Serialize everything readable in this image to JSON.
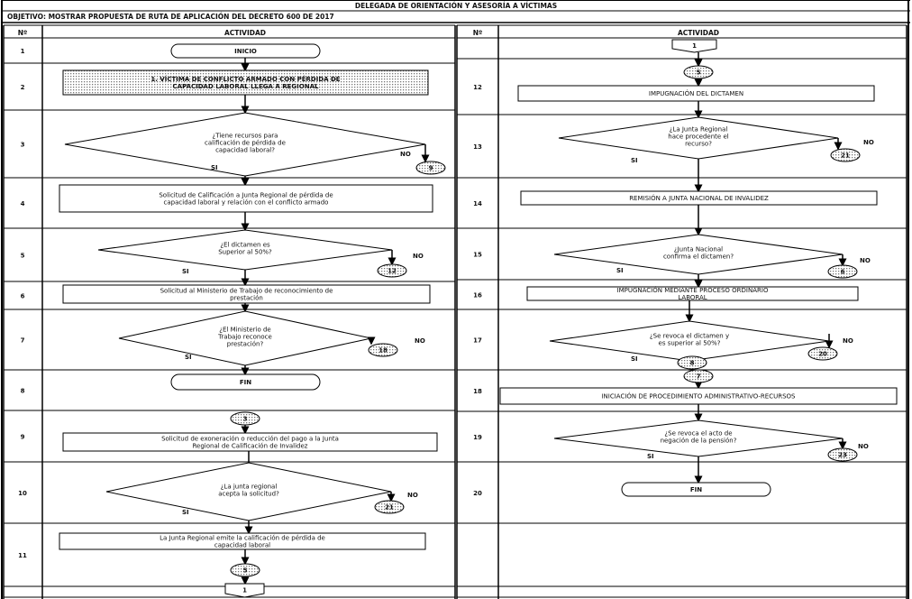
{
  "header": {
    "title": "DELEGADA DE ORIENTACIÓN Y ASESORÍA A VÍCTIMAS",
    "objective": "OBJETIVO:  MOSTRAR PROPUESTA DE RUTA DE APLICACIÓN DEL DECRETO 600 DE 2017"
  },
  "columns": {
    "num": "Nº",
    "activity": "ACTIVIDAD"
  },
  "labels": {
    "yes": "SI",
    "no": "NO"
  },
  "left": {
    "rows": [
      "1",
      "2",
      "3",
      "4",
      "5",
      "6",
      "7",
      "8",
      "9",
      "10",
      "11"
    ],
    "steps": {
      "inicio": [
        "INICIO"
      ],
      "s2": [
        "1. VÍCTIMA DE CONFLICTO ARMADO CON PÉRDIDA DE",
        "CAPACIDAD LABORAL LLEGA A REGIONAL"
      ],
      "s3": [
        "¿Tiene recursos para",
        "calificación de pérdida de",
        "capacidad laboral?"
      ],
      "s4": [
        "Solicitud de Calificación a Junta Regional de pérdida de",
        "capacidad laboral y relación con el conflicto armado"
      ],
      "s5": [
        "¿El dictamen es",
        "Superior al 50%?"
      ],
      "s6": [
        "Solicitud al Ministerio de Trabajo de reconocimiento de",
        "prestación"
      ],
      "s7": [
        "¿El Ministerio de",
        "Trabajo reconoce",
        "prestación?"
      ],
      "fin": [
        "FIN"
      ],
      "s9": [
        "Solicitud de exoneración o reducción del pago a la Junta",
        "Regional de Calificación de Invalidez"
      ],
      "s10": [
        "¿La junta regional",
        "acepta la solicitud?"
      ],
      "s11": [
        "La Junta Regional emite la calificación de pérdida de",
        "capacidad laboral"
      ]
    },
    "connectors": {
      "c3": "9",
      "c5": "12",
      "c7": "18",
      "c9top": "3",
      "c10": "21",
      "c11": "5",
      "offpage": "1"
    }
  },
  "right": {
    "rows": [
      "12",
      "13",
      "14",
      "15",
      "16",
      "17",
      "18",
      "19",
      "20"
    ],
    "steps": {
      "s12": [
        "IMPUGNACIÓN DEL DICTAMEN"
      ],
      "s13": [
        "¿La Junta Regional",
        "hace procedente el",
        "recurso?"
      ],
      "s14": [
        "REMISIÓN A JUNTA NACIONAL DE INVALIDEZ"
      ],
      "s15": [
        "¿Junta Nacional",
        "confirma el dictamen?"
      ],
      "s16": [
        "IMPUGNACIÓN MEDIANTE PROCESO ORDINARIO",
        "LABORAL"
      ],
      "s17": [
        "¿Se revoca el dictamen y",
        "es superior al 50%?"
      ],
      "s18": [
        "INICIACIÓN DE PROCEDIMIENTO ADMINISTRATIVO-RECURSOS"
      ],
      "s19": [
        "¿Se revoca el acto de",
        "negación de la pensión?"
      ],
      "fin": [
        "FIN"
      ]
    },
    "connectors": {
      "offpage": "1",
      "c12top": "5",
      "c13": "21",
      "c15": "6",
      "c17no": "20",
      "c17yes": "8",
      "c18top": "7",
      "c19": "23"
    }
  }
}
